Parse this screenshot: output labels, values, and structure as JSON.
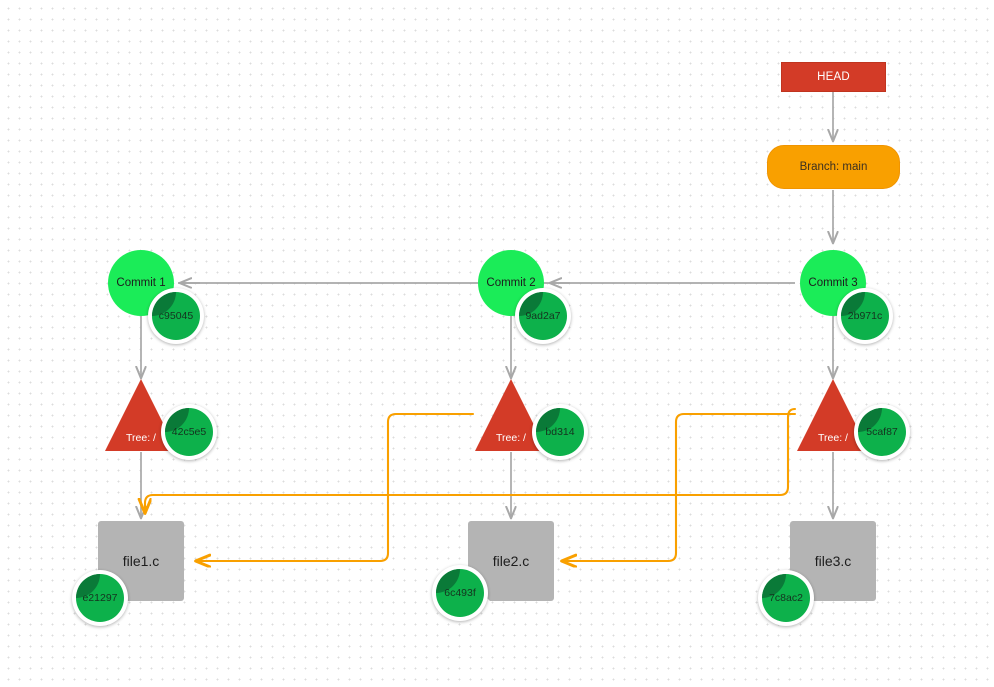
{
  "graph": {
    "title": "git-object-graph",
    "colors": {
      "head": "#d33b27",
      "branch": "#f9a000",
      "commit": "#1bec58",
      "tree": "#d33b27",
      "blob": "#b4b4b4",
      "hash_disc": "#0db14b",
      "hash_disc_shade": "#0a7a38",
      "gray_edge": "#a8a8a8",
      "orange_edge": "#f9a000",
      "background": "#ffffff",
      "grid_dot": "#dcdcdc"
    },
    "head": {
      "label": "HEAD"
    },
    "branch": {
      "label": "Branch: main"
    },
    "commits": [
      {
        "label": "Commit 1",
        "hash": "c95045"
      },
      {
        "label": "Commit 2",
        "hash": "9ad2a7"
      },
      {
        "label": "Commit 3",
        "hash": "2b971c"
      }
    ],
    "trees": [
      {
        "label": "Tree: /",
        "hash": "42c5e5"
      },
      {
        "label": "Tree: /",
        "hash": "bd314"
      },
      {
        "label": "Tree: /",
        "hash": "5caf87"
      }
    ],
    "files": [
      {
        "label": "file1.c",
        "hash": "e21297"
      },
      {
        "label": "file2.c",
        "hash": "6c493f"
      },
      {
        "label": "file3.c",
        "hash": "7c8ac2"
      }
    ],
    "edges": [
      {
        "from": "HEAD",
        "to": "Branch: main",
        "style": "gray"
      },
      {
        "from": "Branch: main",
        "to": "Commit 3",
        "style": "gray"
      },
      {
        "from": "Commit 3",
        "to": "Commit 2",
        "style": "gray"
      },
      {
        "from": "Commit 2",
        "to": "Commit 1",
        "style": "gray"
      },
      {
        "from": "Commit 1",
        "to": "Tree: / (42c5e5)",
        "style": "gray"
      },
      {
        "from": "Commit 2",
        "to": "Tree: / (bd314)",
        "style": "gray"
      },
      {
        "from": "Commit 3",
        "to": "Tree: / (5caf87)",
        "style": "gray"
      },
      {
        "from": "Tree: / (42c5e5)",
        "to": "file1.c",
        "style": "gray"
      },
      {
        "from": "Tree: / (bd314)",
        "to": "file2.c",
        "style": "gray"
      },
      {
        "from": "Tree: / (5caf87)",
        "to": "file3.c",
        "style": "gray"
      },
      {
        "from": "Tree: / (bd314)",
        "to": "file1.c",
        "style": "orange"
      },
      {
        "from": "Tree: / (5caf87)",
        "to": "file1.c",
        "style": "orange"
      },
      {
        "from": "Tree: / (5caf87)",
        "to": "file2.c",
        "style": "orange"
      }
    ]
  }
}
